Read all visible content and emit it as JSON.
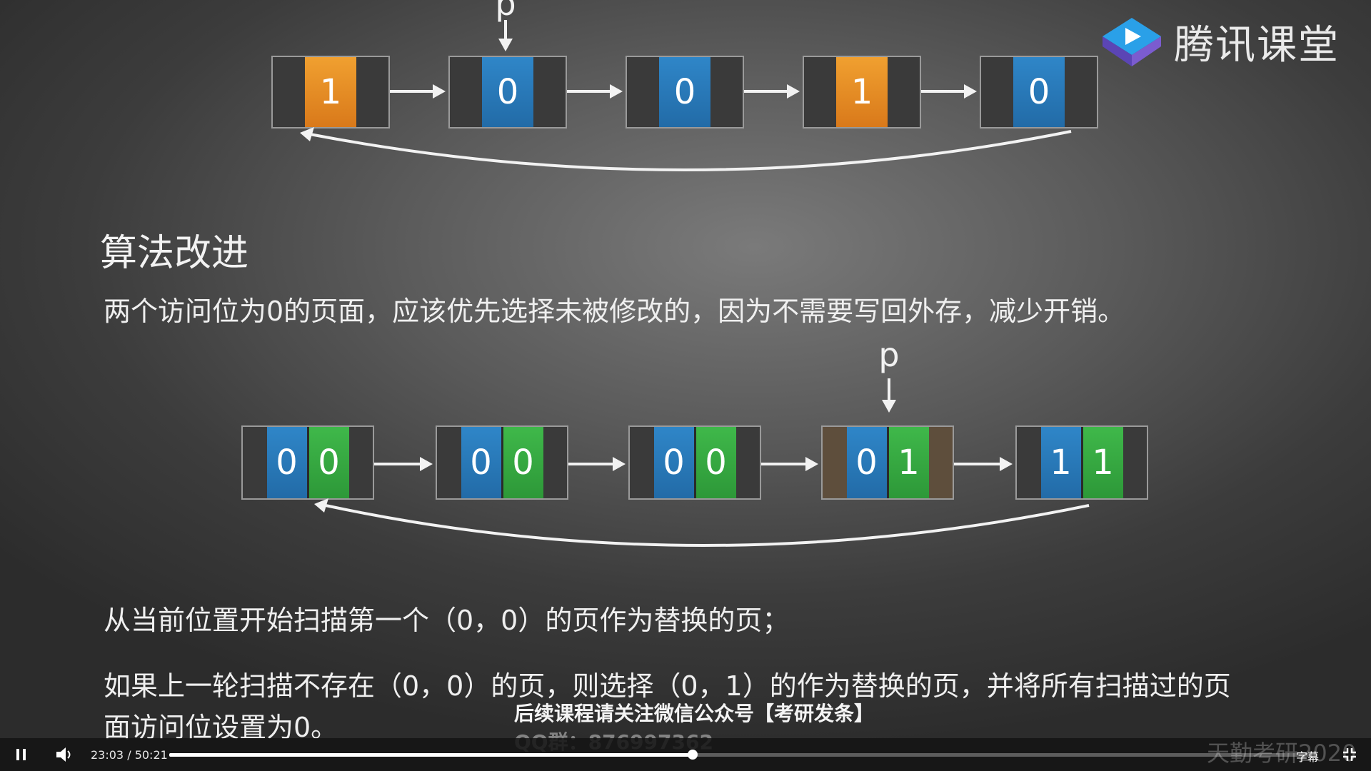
{
  "logo": {
    "text": "腾讯课堂",
    "icon": "tencent-classroom-play-icon"
  },
  "slide": {
    "heading": "算法改进",
    "line1": "两个访问位为0的页面，应该优先选择未被修改的，因为不需要写回外存，减少开销。",
    "line2": "从当前位置开始扫描第一个（0，0）的页作为替换的页；",
    "line3a": "如果上一轮扫描不存在（0，0）的页，则选择（0，1）的作为替换的页，并将所有扫描过的页",
    "line3b": "面访问位设置为0。",
    "pointer_label": "p"
  },
  "top_list": [
    {
      "bits": [
        "1"
      ],
      "colors": [
        "orange"
      ]
    },
    {
      "bits": [
        "0"
      ],
      "colors": [
        "blue"
      ]
    },
    {
      "bits": [
        "0"
      ],
      "colors": [
        "blue"
      ]
    },
    {
      "bits": [
        "1"
      ],
      "colors": [
        "orange"
      ]
    },
    {
      "bits": [
        "0"
      ],
      "colors": [
        "blue"
      ]
    }
  ],
  "bottom_list": [
    {
      "bits": [
        "0",
        "0"
      ],
      "colors": [
        "blue",
        "green"
      ]
    },
    {
      "bits": [
        "0",
        "0"
      ],
      "colors": [
        "blue",
        "green"
      ]
    },
    {
      "bits": [
        "0",
        "0"
      ],
      "colors": [
        "blue",
        "green"
      ]
    },
    {
      "bits": [
        "0",
        "1"
      ],
      "colors": [
        "blue",
        "green"
      ]
    },
    {
      "bits": [
        "1",
        "1"
      ],
      "colors": [
        "blue",
        "green"
      ]
    }
  ],
  "subtitle": {
    "line1": "后续课程请关注微信公众号【考研发条】",
    "line2": "QQ群：876997362"
  },
  "watermark": "天勤考研2020",
  "player": {
    "current_time": "23:03",
    "separator": "/",
    "duration": "50:21",
    "progress_fraction": 0.458,
    "caption_label": "字幕",
    "icons": [
      "pause-icon",
      "volume-icon",
      "exit-fullscreen-icon"
    ]
  },
  "colors": {
    "orange": "#e88a22",
    "blue": "#2a7bbd",
    "green": "#36a941"
  }
}
